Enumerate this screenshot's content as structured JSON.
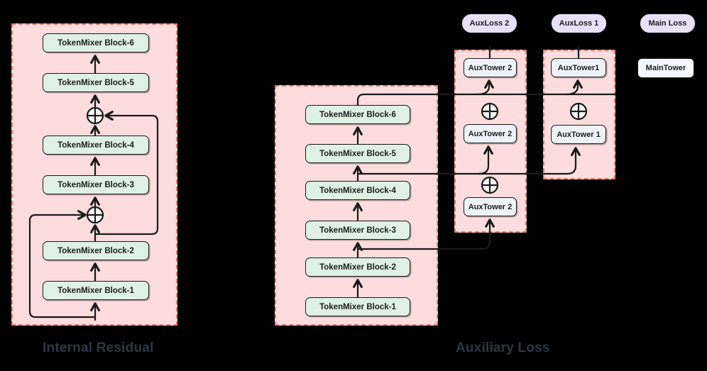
{
  "colors": {
    "background": "#000000",
    "region_fill": "#fcdcdc",
    "region_border": "#e17a6e",
    "block_fill": "#def1e4",
    "tower_fill": "#eef3fb",
    "pill_fill": "#e7e1f8",
    "stroke": "#1a1a1a",
    "caption_text": "#2f3745"
  },
  "icons": {
    "plus_circle": "⊕",
    "arrowhead": "chevron-up"
  },
  "internal_residual": {
    "caption": "Internal Residual",
    "blocks": {
      "b6": "TokenMixer Block-6",
      "b5": "TokenMixer Block-5",
      "b4": "TokenMixer Block-4",
      "b3": "TokenMixer Block-3",
      "b2": "TokenMixer Block-2",
      "b1": "TokenMixer Block-1"
    }
  },
  "auxiliary_loss": {
    "caption": "Auxiliary Loss",
    "main_tower": {
      "b6": "TokenMixer Block-6",
      "b5": "TokenMixer Block-5",
      "b4": "TokenMixer Block-4",
      "b3": "TokenMixer Block-3",
      "b2": "TokenMixer Block-2",
      "b1": "TokenMixer Block-1"
    },
    "aux_branch_2": {
      "loss": "AuxLoss 2",
      "tower_top": "AuxTower 2",
      "tower_mid": "AuxTower 2",
      "tower_bottom": "AuxTower 2"
    },
    "aux_branch_1": {
      "loss": "AuxLoss 1",
      "tower_top": "AuxTower1",
      "tower_bottom": "AuxTower 1"
    },
    "main_branch": {
      "loss": "Main Loss",
      "tower": "MainTower"
    }
  }
}
